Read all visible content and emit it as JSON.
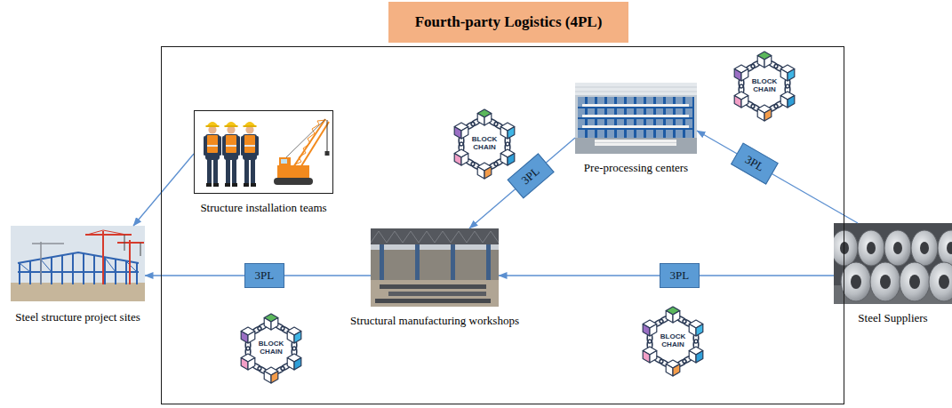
{
  "diagram": {
    "nodes": [
      {
        "text": [
          "Fourth-party Logistics (4PL)"
        ]
      },
      {
        "text": [
          "Structure installation teams"
        ],
        "in": 0
      },
      {
        "text": [
          "Pre-processing centers"
        ],
        "in": 0
      },
      {
        "text": [
          "Structural manufacturing workshops"
        ],
        "in": 0
      },
      {
        "text": [
          "Steel structure project sites"
        ]
      },
      {
        "text": [
          "Steel Suppliers"
        ]
      }
    ],
    "edges": [
      {
        "from": 5,
        "to": 2,
        "label": "3PL",
        "arrow": "to"
      },
      {
        "from": 2,
        "to": 3,
        "label": "3PL",
        "arrow": "to"
      },
      {
        "from": 5,
        "to": 3,
        "label": "3PL",
        "arrow": "to"
      },
      {
        "from": 3,
        "to": 4,
        "label": "3PL",
        "arrow": "to"
      },
      {
        "from": 1,
        "to": 4,
        "arrow": "to"
      }
    ],
    "labels": [
      "BLOCK CHAIN",
      "BLOCK CHAIN",
      "BLOCK CHAIN",
      "BLOCK CHAIN"
    ]
  }
}
